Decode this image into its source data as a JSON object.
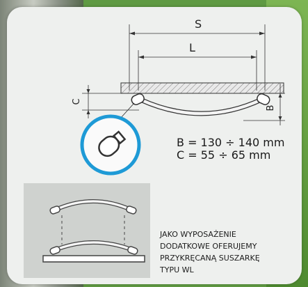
{
  "diagram": {
    "label_s": "S",
    "label_l": "L",
    "label_c": "C",
    "label_b": "B"
  },
  "specs": {
    "b_line": "B = 130 ÷ 140 mm",
    "c_line": "C = 55 ÷ 65 mm"
  },
  "description": {
    "lines": [
      "JAKO WYPOSAŻENIE",
      "DODATKOWE OFERUJEMY",
      "PRZYKRĘCANĄ SUSZARKĘ",
      "TYPU WL"
    ]
  },
  "colors": {
    "accent_blue": "#1e9ad6",
    "background_green": "#5f9a43",
    "panel": "#eef0ee"
  }
}
